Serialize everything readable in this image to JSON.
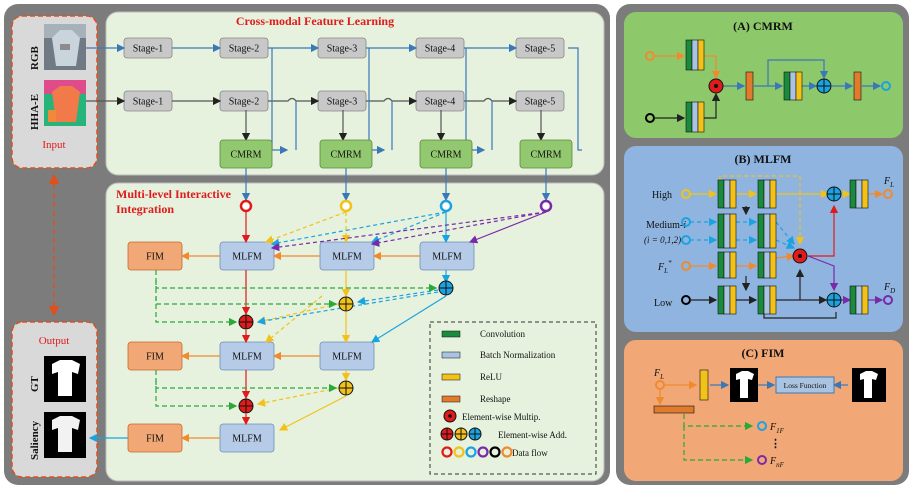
{
  "left_panel": {
    "input_label": "Input",
    "output_label": "Output",
    "rgb_label": "RGB",
    "hha_label": "HHA-E",
    "gt_label": "GT",
    "saliency_label": "Saliency",
    "feature_title": "Cross-modal Feature Learning",
    "integration_title": [
      "Multi-level Interactive",
      "Integration"
    ],
    "stage_labels": [
      "Stage-1",
      "Stage-2",
      "Stage-3",
      "Stage-4",
      "Stage-5"
    ],
    "cmrm_label": "CMRM",
    "mlfm_label": "MLFM",
    "fim_label": "FIM"
  },
  "legend": {
    "items": [
      "Convolution",
      "Batch Normalization",
      "ReLU",
      "Reshape",
      "Element-wise Multip.",
      "Element-wise Add.",
      "Data flow"
    ],
    "colors": [
      "#1a8a3c",
      "#a9c3e0",
      "#f2c21a",
      "#e07b2e",
      "#e01b1b",
      "#e01b1b",
      "#000000"
    ]
  },
  "panel_a": {
    "title": "(A) CMRM"
  },
  "panel_b": {
    "title": "(B) MLFM",
    "inputs": [
      "High",
      "Medium-",
      "i",
      "(i = 0,1,2)",
      "F",
      "L",
      "*",
      "Low"
    ],
    "outputs": [
      "F",
      "L",
      "F",
      "D"
    ]
  },
  "panel_c": {
    "title": "(C) FIM",
    "input": "F",
    "input_sub": "L",
    "loss": "Loss Function",
    "outputs": [
      "F",
      "1F",
      "F",
      "nF"
    ],
    "dots": "⋮"
  },
  "colors": {
    "panel_a_bg": "#8dc96a",
    "panel_b_bg": "#8fb4e0",
    "panel_c_bg": "#f2a876",
    "title_red": "#e01b1b",
    "flow_red": "#e01b1b",
    "flow_yellow": "#f2c21a",
    "flow_cyan": "#1aa3e0",
    "flow_purple": "#7a2aa8",
    "flow_black": "#000000",
    "flow_orange": "#f08a2e",
    "flow_green": "#2aa83a",
    "flow_blue": "#3a78b8"
  }
}
